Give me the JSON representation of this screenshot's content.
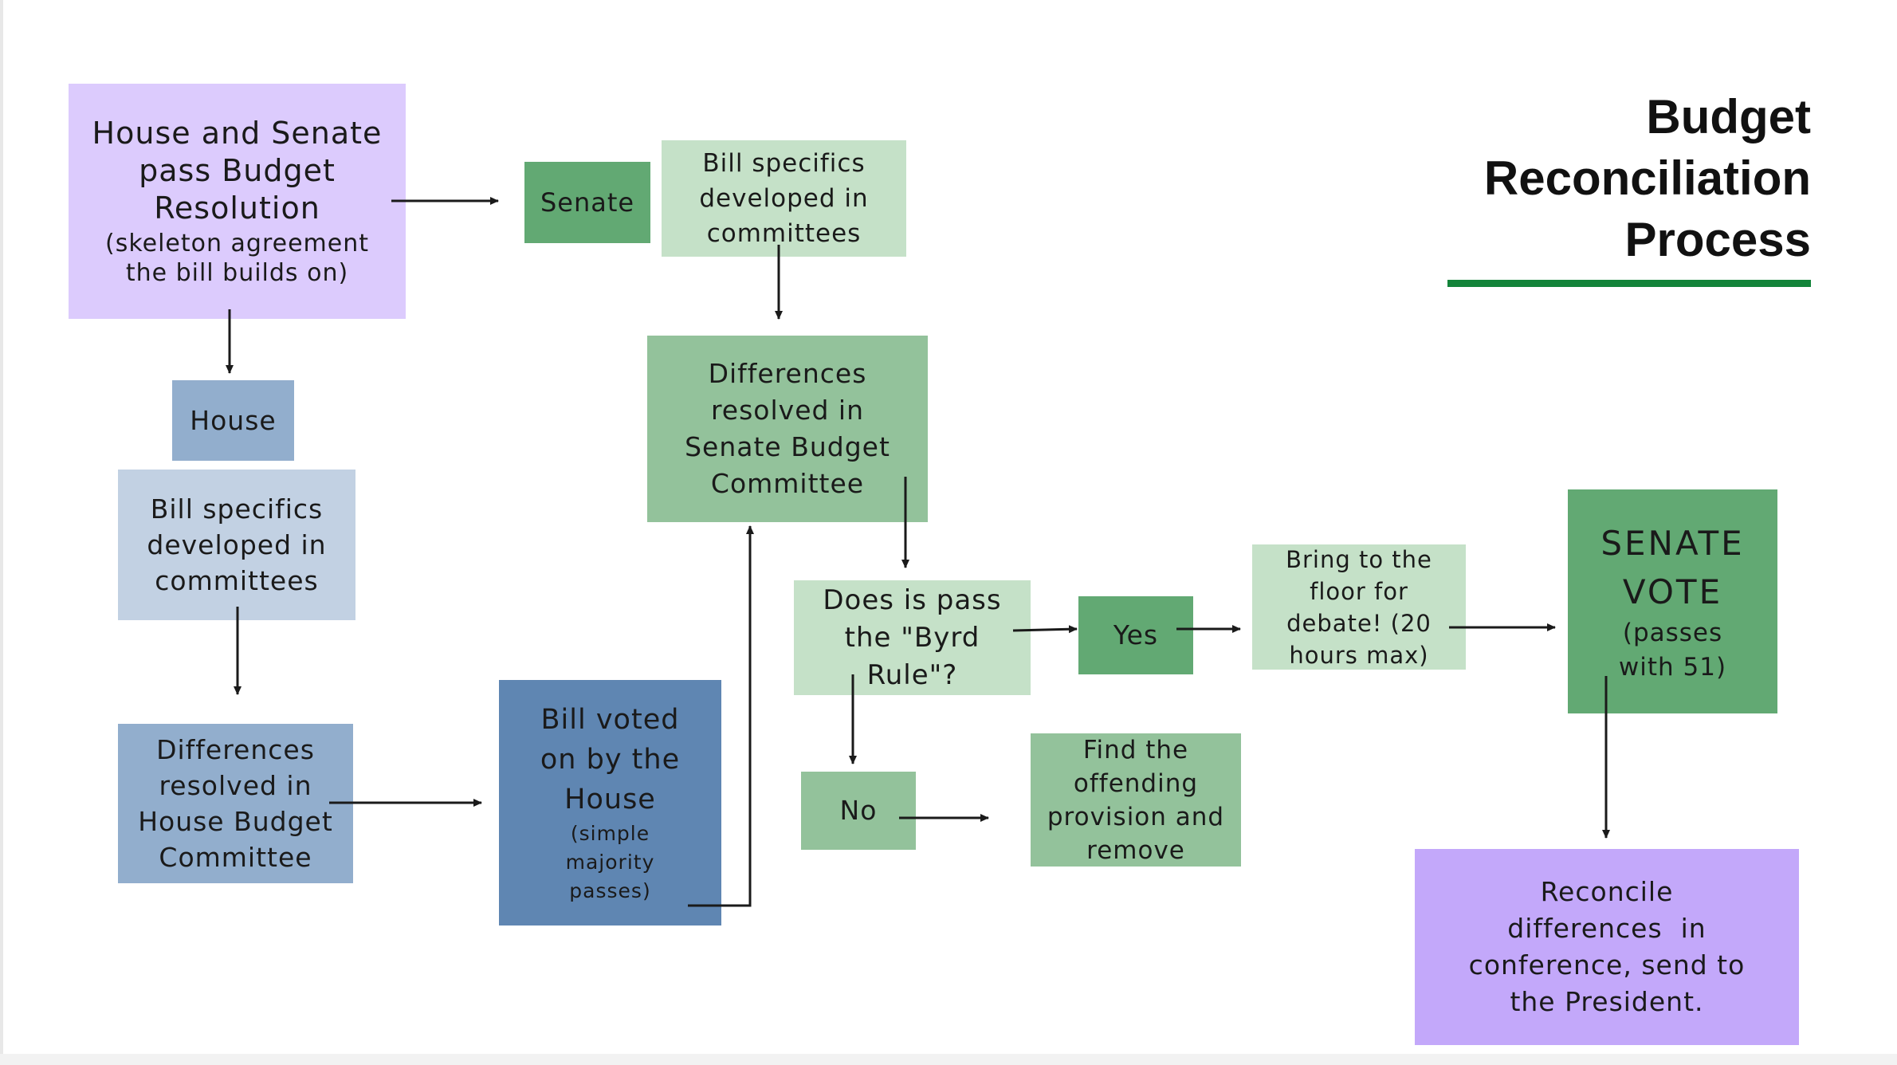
{
  "title": {
    "lines": [
      "Budget",
      "Reconciliation",
      "Process"
    ]
  },
  "colors": {
    "lavender": "#dccbfd",
    "purple": "#c3a8fa",
    "house_light": "#c2d1e3",
    "house_mid": "#92aecd",
    "house_dark": "#5f86b2",
    "green_pale": "#c5e1c8",
    "green_mid": "#93c29b",
    "green_dark": "#62a973",
    "title_rule": "#13843a",
    "arrow": "#1a1a1a"
  },
  "nodes": {
    "budget_resolution": {
      "main": "House and Senate pass Budget Resolution",
      "sub": "(skeleton agreement the bill builds on)"
    },
    "senate_label": {
      "main": "Senate"
    },
    "senate_committees": {
      "main": "Bill specifics developed in committees"
    },
    "senate_budget": {
      "main": "Differences resolved in Senate Budget Committee"
    },
    "house_label": {
      "main": "House"
    },
    "house_committees": {
      "main": "Bill specifics developed in committees"
    },
    "house_budget": {
      "main": "Differences resolved in House Budget Committee"
    },
    "house_vote": {
      "main": "Bill voted on by the House",
      "sub": "(simple majority passes)"
    },
    "byrd_rule": {
      "main": "Does is pass the \"Byrd Rule\"?"
    },
    "yes": {
      "main": "Yes"
    },
    "no": {
      "main": "No"
    },
    "remove_provision": {
      "main": "Find the offending provision and remove"
    },
    "floor_debate": {
      "main": "Bring to the floor for debate! (20 hours max)"
    },
    "senate_vote": {
      "main": "SENATE VOTE",
      "sub": "(passes with 51)"
    },
    "reconcile": {
      "main": "Reconcile differences  in conference, send to the President."
    }
  }
}
